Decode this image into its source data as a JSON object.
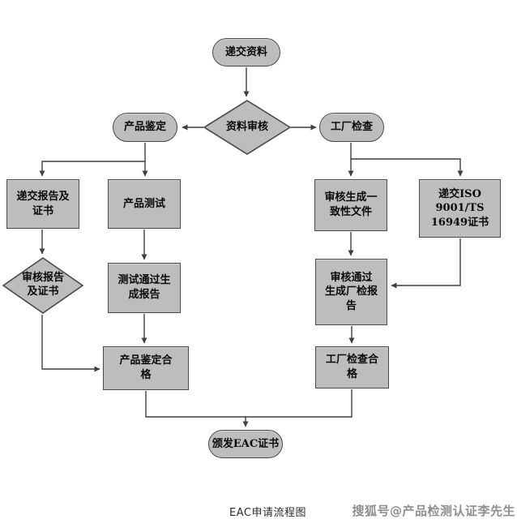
{
  "flowchart": {
    "nodes": {
      "start": "递交资料",
      "review": "资料审核",
      "product_appraisal": "产品鉴定",
      "factory_inspection": "工厂检查",
      "submit_report": "递交报告及\n证书",
      "product_test": "产品测试",
      "audit_conformity": "审核生成一\n致性文件",
      "iso_cert": "递交ISO\n9001/TS\n16949证书",
      "review_report": "审核报告\n及证书",
      "test_pass": "测试通过生\n成报告",
      "audit_pass": "审核通过\n生成厂检报\n告",
      "product_qualified": "产品鉴定合\n格",
      "factory_qualified": "工厂检查合\n格",
      "issue": "颁发EAC证书"
    },
    "caption": "EAC申请流程图",
    "watermark": "搜狐号@产品检测认证李先生",
    "colors": {
      "node_fill": "#bdbdbd",
      "node_border": "#4a4a4a",
      "arrow": "#3f3f3f",
      "background": "#ffffff"
    }
  }
}
